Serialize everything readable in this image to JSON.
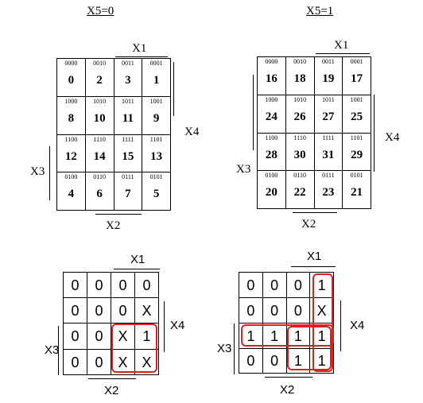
{
  "titles": {
    "left": "X5=0",
    "right": "X5=1"
  },
  "variables": {
    "x1": "X1",
    "x2": "X2",
    "x3": "X3",
    "x4": "X4"
  },
  "index_maps": [
    {
      "codes": [
        [
          "0000",
          "0010",
          "0011",
          "0001"
        ],
        [
          "1000",
          "1010",
          "1011",
          "1001"
        ],
        [
          "1100",
          "1110",
          "1111",
          "1101"
        ],
        [
          "0100",
          "0110",
          "0111",
          "0101"
        ]
      ],
      "nums": [
        [
          "0",
          "2",
          "3",
          "1"
        ],
        [
          "8",
          "10",
          "11",
          "9"
        ],
        [
          "12",
          "14",
          "15",
          "13"
        ],
        [
          "4",
          "6",
          "7",
          "5"
        ]
      ]
    },
    {
      "codes": [
        [
          "0000",
          "0010",
          "0011",
          "0001"
        ],
        [
          "1000",
          "1010",
          "1011",
          "1001"
        ],
        [
          "1100",
          "1110",
          "1111",
          "1101"
        ],
        [
          "0100",
          "0110",
          "0111",
          "0101"
        ]
      ],
      "nums": [
        [
          "16",
          "18",
          "19",
          "17"
        ],
        [
          "24",
          "26",
          "27",
          "25"
        ],
        [
          "28",
          "30",
          "31",
          "29"
        ],
        [
          "20",
          "22",
          "23",
          "21"
        ]
      ]
    }
  ],
  "value_maps": [
    [
      [
        "0",
        "0",
        "0",
        "0"
      ],
      [
        "0",
        "0",
        "0",
        "X"
      ],
      [
        "0",
        "0",
        "X",
        "1"
      ],
      [
        "0",
        "0",
        "X",
        "X"
      ]
    ],
    [
      [
        "0",
        "0",
        "0",
        "1"
      ],
      [
        "0",
        "0",
        "0",
        "X"
      ],
      [
        "1",
        "1",
        "1",
        "1"
      ],
      [
        "0",
        "0",
        "1",
        "1"
      ]
    ]
  ],
  "colors": {
    "loop": "#e02020",
    "line": "#000000"
  }
}
